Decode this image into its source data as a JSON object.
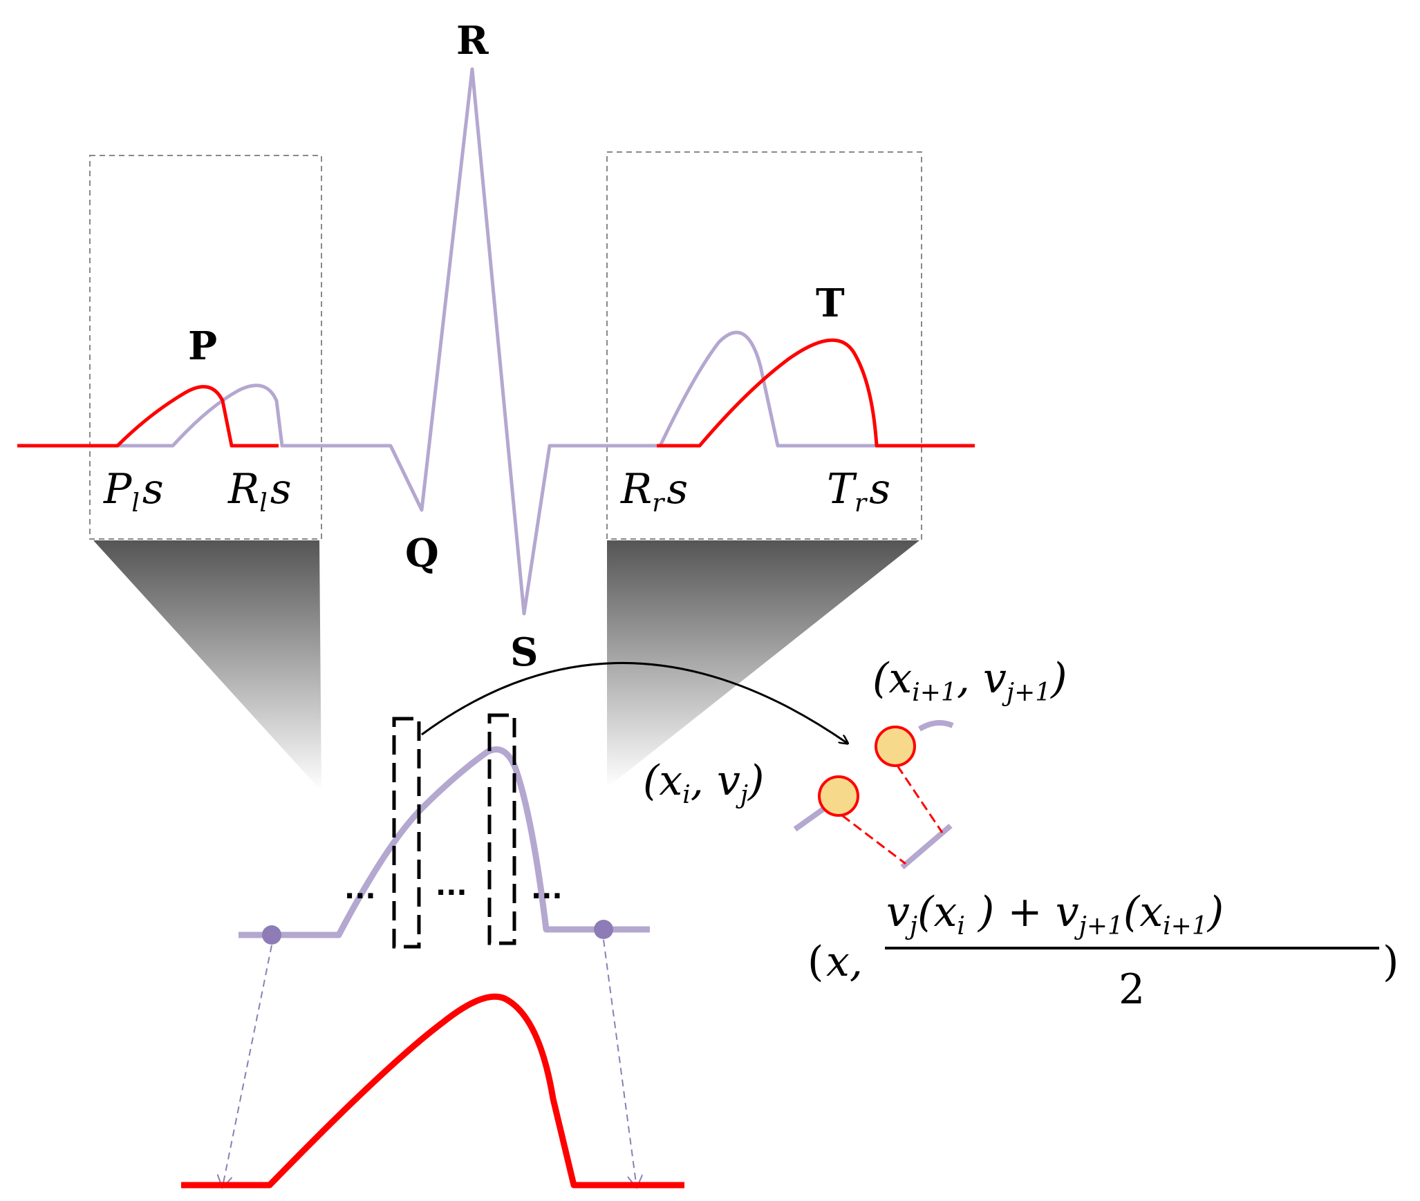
{
  "colors": {
    "original_wave": "#b4a7d0",
    "shifted_wave": "#ff0000",
    "marker_fill": "#f7d98b",
    "marker_stroke": "#ff0000",
    "node_fill": "#8e7cb6",
    "arrow": "#000000",
    "dashed_box": "#888888"
  },
  "waves": {
    "peak_p": "P",
    "peak_q": "Q",
    "peak_r": "R",
    "peak_s": "S",
    "peak_t": "T"
  },
  "boundaries": {
    "p_left": {
      "base": "P",
      "sub": "l",
      "tail": "s"
    },
    "r_left": {
      "base": "R",
      "sub": "l",
      "tail": "s"
    },
    "r_right": {
      "base": "R",
      "sub": "r",
      "tail": "s"
    },
    "t_right": {
      "base": "T",
      "sub": "r",
      "tail": "s"
    }
  },
  "points": {
    "point_i": {
      "open": "(",
      "x": "x",
      "x_sub": "i",
      "comma": ", ",
      "v": "v",
      "v_sub": "j",
      "close": ")"
    },
    "point_i1": {
      "open": "(",
      "x": "x",
      "x_sub": "i+1",
      "comma": ", ",
      "v": "v",
      "v_sub": "j+1",
      "close": ")"
    }
  },
  "formula": {
    "open": "(",
    "x": "x",
    "comma": ",",
    "v1": "v",
    "v1_sub": "j",
    "arg1_open": "(",
    "arg1_x": "x",
    "arg1_sub": "i",
    "arg1_close": " )",
    "plus": " + ",
    "v2": "v",
    "v2_sub": "j+1",
    "arg2_open": "(",
    "arg2_x": "x",
    "arg2_sub": "i+1",
    "arg2_close": ")",
    "denominator": "2",
    "close": ")"
  },
  "ellipsis": "..."
}
